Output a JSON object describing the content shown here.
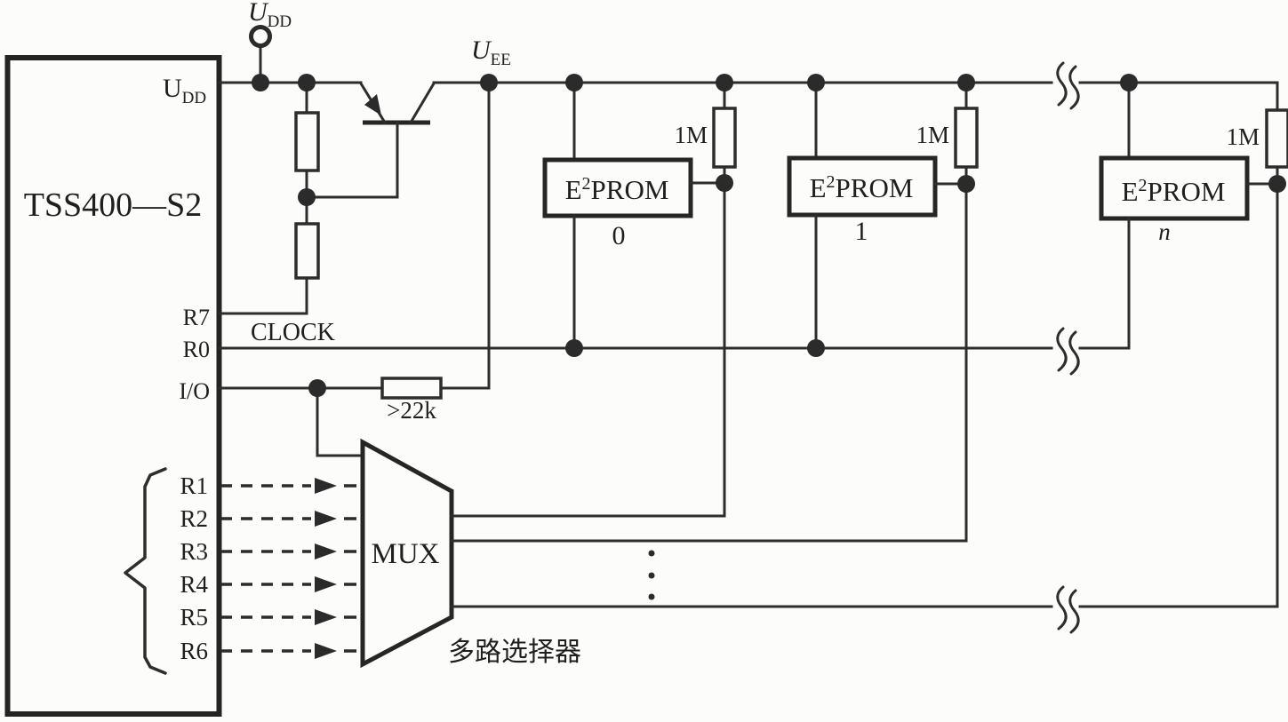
{
  "colors": {
    "line": "#2d2d2d",
    "background": "#fcfcfa"
  },
  "power_terminal": {
    "base": "U",
    "sub": "DD"
  },
  "uee_label": {
    "base": "U",
    "sub": "EE"
  },
  "chip": {
    "title": "TSS400—S2",
    "pin_udd": {
      "base": "U",
      "sub": "DD"
    },
    "pin_r7": "R7",
    "pin_r0": "R0",
    "pin_io": "I/O",
    "mux_input_pins": [
      "R1",
      "R2",
      "R3",
      "R4",
      "R5",
      "R6"
    ]
  },
  "labels": {
    "clock": "CLOCK",
    "series_resistor": ">22k",
    "pullup_resistor": "1M",
    "mux": "MUX",
    "mux_chinese": "多路选择器"
  },
  "eeproms": [
    {
      "pre": "E",
      "sup": "2",
      "rest": "PROM",
      "index": "0"
    },
    {
      "pre": "E",
      "sup": "2",
      "rest": "PROM",
      "index": "1"
    },
    {
      "pre": "E",
      "sup": "2",
      "rest": "PROM",
      "index": "n"
    }
  ]
}
